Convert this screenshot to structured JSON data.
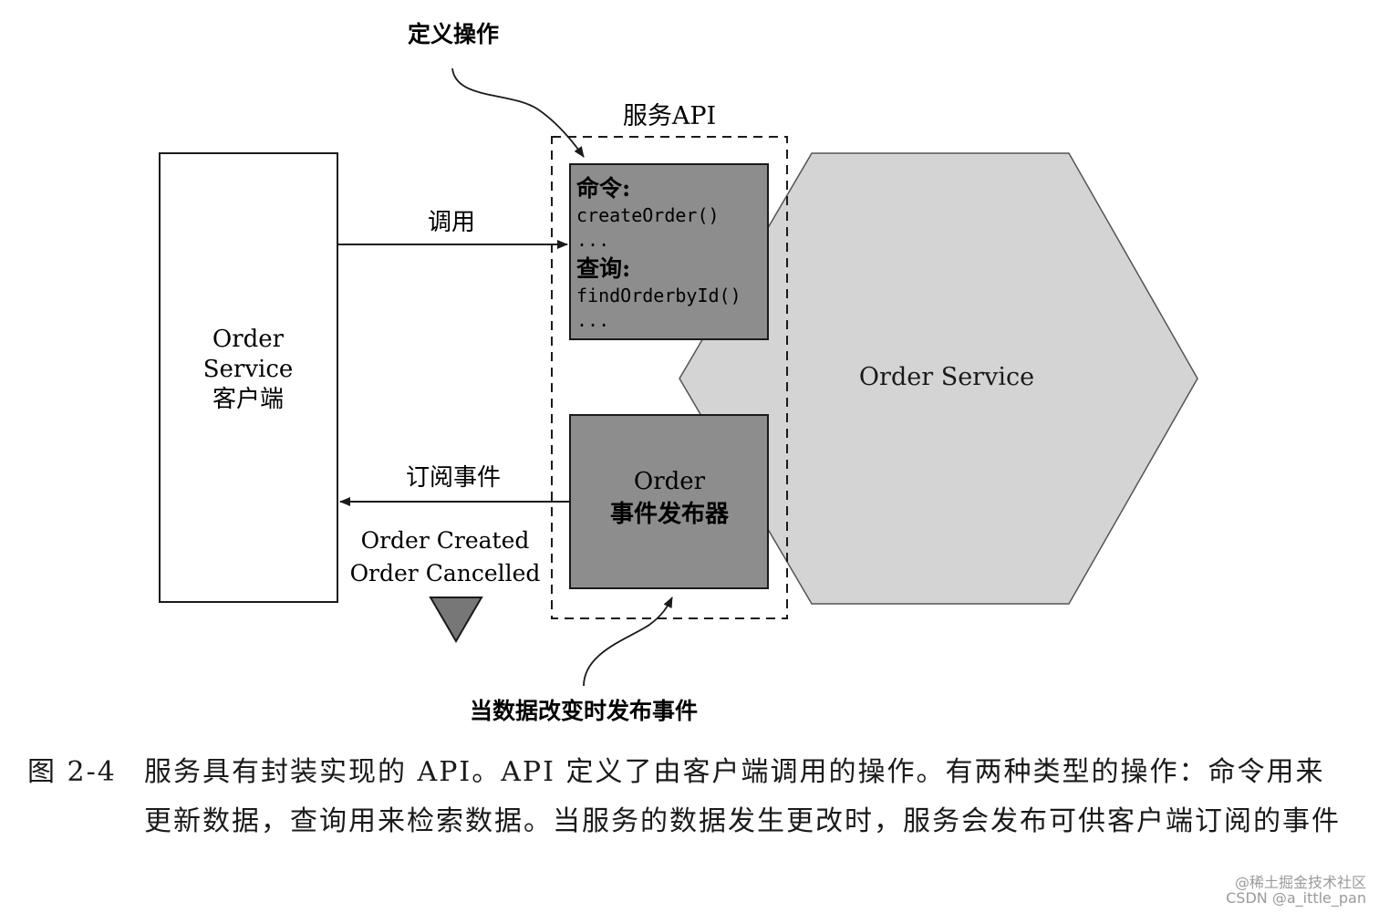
{
  "labels": {
    "define_ops": "定义操作",
    "service_api": "服务API",
    "invoke": "调用",
    "subscribe_events": "订阅事件",
    "publish_on_change": "当数据改变时发布事件"
  },
  "client_box": {
    "line1": "Order",
    "line2": "Service",
    "line3": "客户端"
  },
  "api_box": {
    "commands_title": "命令:",
    "command1": "createOrder()",
    "ellipsis1": "...",
    "queries_title": "查询:",
    "query1": "findOrderbyId()",
    "ellipsis2": "..."
  },
  "publisher_box": {
    "line1": "Order",
    "line2": "事件发布器"
  },
  "service_hexagon": {
    "label": "Order Service"
  },
  "events": {
    "line1": "Order Created",
    "line2": "Order Cancelled"
  },
  "caption": {
    "number": "图 2-4",
    "text": "服务具有封装实现的 API。API 定义了由客户端调用的操作。有两种类型的操作：命令用来更新数据，查询用来检索数据。当服务的数据发生更改时，服务会发布可供客户端订阅的事件"
  },
  "watermark": {
    "line1": "@稀土掘金技术社区",
    "line2": "CSDN @a_ittle_pan"
  },
  "colors": {
    "box_fill": "#8d8d8d",
    "hex_fill": "#d4d4d4",
    "stroke": "#1a1a1a"
  }
}
